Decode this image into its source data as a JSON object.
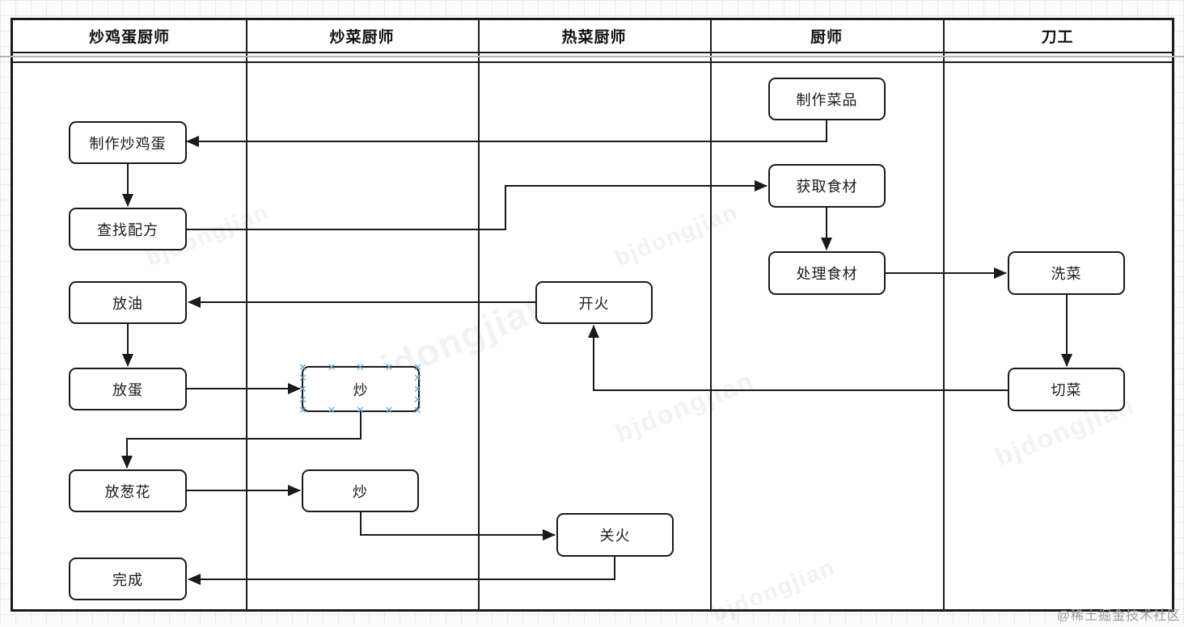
{
  "lanes": [
    {
      "label": "炒鸡蛋厨师"
    },
    {
      "label": "炒菜厨师"
    },
    {
      "label": "热菜厨师"
    },
    {
      "label": "厨师"
    },
    {
      "label": "刀工"
    }
  ],
  "nodes": {
    "make_dish": {
      "label": "制作菜品",
      "lane": "厨师"
    },
    "make_eggs": {
      "label": "制作炒鸡蛋",
      "lane": "炒鸡蛋厨师"
    },
    "find_recipe": {
      "label": "查找配方",
      "lane": "炒鸡蛋厨师"
    },
    "get_ingredients": {
      "label": "获取食材",
      "lane": "厨师"
    },
    "process_ingredients": {
      "label": "处理食材",
      "lane": "厨师"
    },
    "wash": {
      "label": "洗菜",
      "lane": "刀工"
    },
    "add_oil": {
      "label": "放油",
      "lane": "炒鸡蛋厨师"
    },
    "fire_on": {
      "label": "开火",
      "lane": "热菜厨师"
    },
    "add_egg": {
      "label": "放蛋",
      "lane": "炒鸡蛋厨师"
    },
    "stir1": {
      "label": "炒",
      "lane": "炒菜厨师",
      "selected": true
    },
    "cut": {
      "label": "切菜",
      "lane": "刀工"
    },
    "add_scallion": {
      "label": "放葱花",
      "lane": "炒鸡蛋厨师"
    },
    "stir2": {
      "label": "炒",
      "lane": "炒菜厨师"
    },
    "fire_off": {
      "label": "关火",
      "lane": "热菜厨师"
    },
    "done": {
      "label": "完成",
      "lane": "炒鸡蛋厨师"
    }
  },
  "edges": [
    {
      "from": "make_dish",
      "to": "make_eggs"
    },
    {
      "from": "make_eggs",
      "to": "find_recipe"
    },
    {
      "from": "find_recipe",
      "to": "get_ingredients"
    },
    {
      "from": "get_ingredients",
      "to": "process_ingredients"
    },
    {
      "from": "process_ingredients",
      "to": "wash"
    },
    {
      "from": "wash",
      "to": "cut"
    },
    {
      "from": "cut",
      "to": "fire_on"
    },
    {
      "from": "fire_on",
      "to": "add_oil"
    },
    {
      "from": "add_oil",
      "to": "add_egg"
    },
    {
      "from": "add_egg",
      "to": "stir1"
    },
    {
      "from": "stir1",
      "to": "add_scallion"
    },
    {
      "from": "add_scallion",
      "to": "stir2"
    },
    {
      "from": "stir2",
      "to": "fire_off"
    },
    {
      "from": "fire_off",
      "to": "done"
    }
  ],
  "selection": {
    "handle_glyph": "✕",
    "color": "#5ea9da"
  },
  "watermark": {
    "text": "bjdongjian"
  },
  "credit": {
    "text": "@稀土掘金技术社区"
  }
}
